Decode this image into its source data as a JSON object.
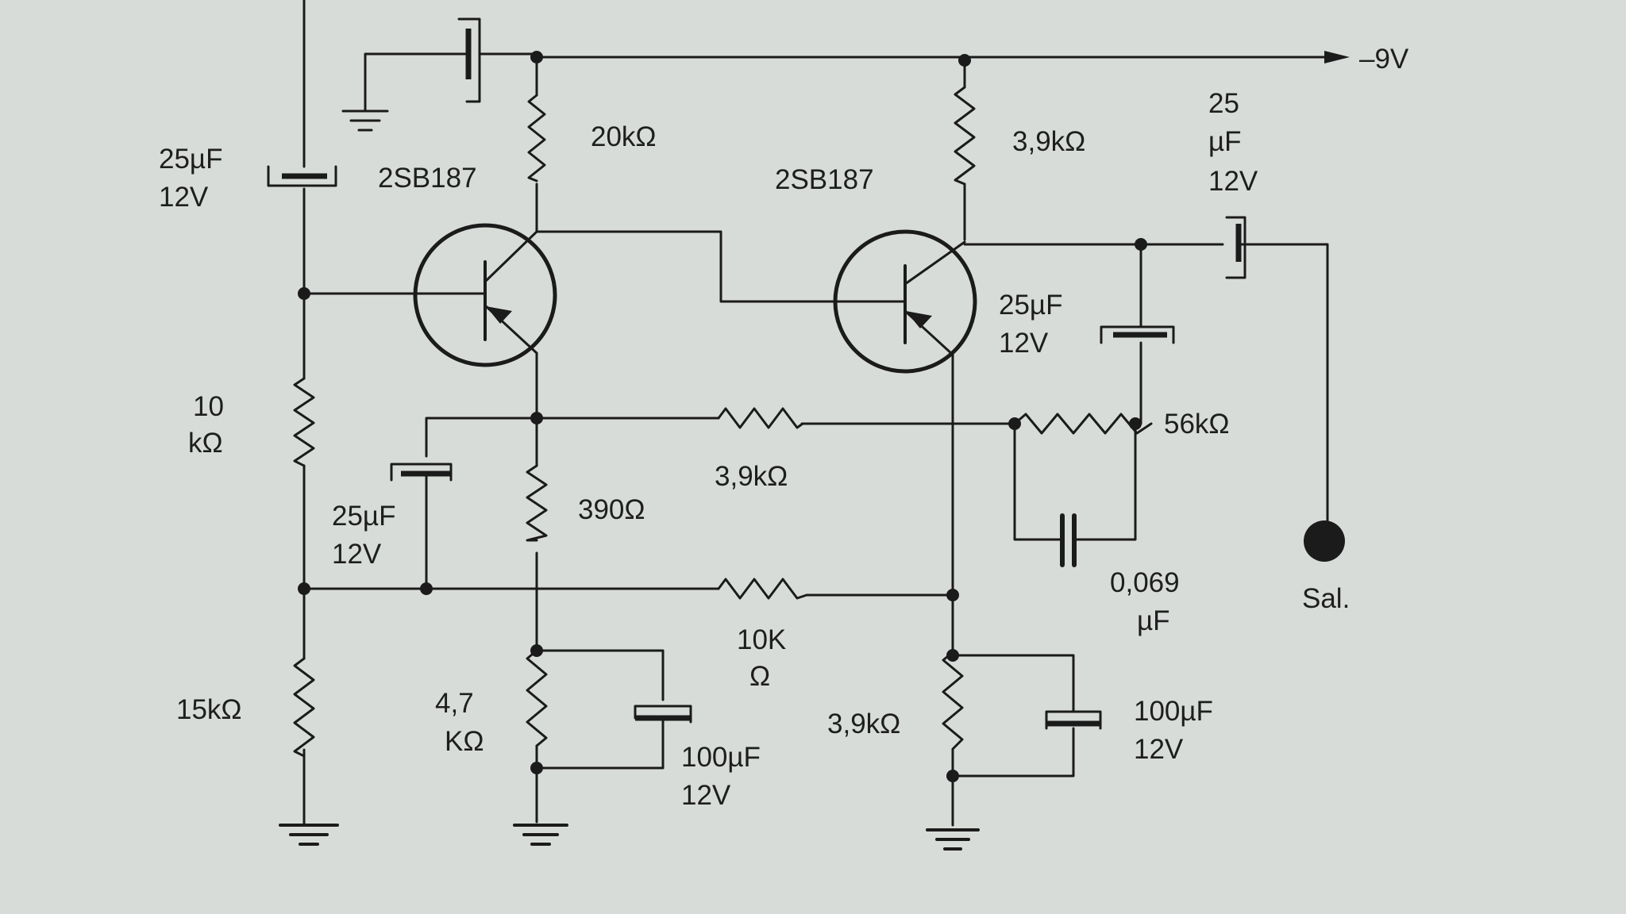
{
  "supply": {
    "label": "–9V"
  },
  "transistors": [
    {
      "id": "q1",
      "label": "2SB187"
    },
    {
      "id": "q2",
      "label": "2SB187"
    }
  ],
  "resistors": [
    {
      "id": "r-20k",
      "label": "20kΩ"
    },
    {
      "id": "r-q2-collector",
      "label": "3,9kΩ"
    },
    {
      "id": "r-10k-bias",
      "label": [
        "10",
        "kΩ"
      ]
    },
    {
      "id": "r-15k",
      "label": "15kΩ"
    },
    {
      "id": "r-390",
      "label": "390Ω"
    },
    {
      "id": "r-feedback-3k9",
      "label": "3,9kΩ"
    },
    {
      "id": "r-56k",
      "label": "56kΩ"
    },
    {
      "id": "r-10k-feedback",
      "label": [
        "10K",
        "Ω"
      ]
    },
    {
      "id": "r-4k7",
      "label": [
        "4,7",
        "KΩ"
      ]
    },
    {
      "id": "r-q2-emitter",
      "label": "3,9kΩ"
    }
  ],
  "capacitors": [
    {
      "id": "c-input",
      "label": [
        "25µF",
        "12V"
      ]
    },
    {
      "id": "c-output",
      "label": [
        "25",
        "µF",
        "12V"
      ]
    },
    {
      "id": "c-q2-collector",
      "label": [
        "25µF",
        "12V"
      ]
    },
    {
      "id": "c-q1-emitter",
      "label": [
        "25µF",
        "12V"
      ]
    },
    {
      "id": "c-0069",
      "label": [
        "0,069",
        "µF"
      ]
    },
    {
      "id": "c-100u-left",
      "label": [
        "100µF",
        "12V"
      ]
    },
    {
      "id": "c-100u-right",
      "label": [
        "100µF",
        "12V"
      ]
    }
  ],
  "output": {
    "label": "Sal."
  }
}
